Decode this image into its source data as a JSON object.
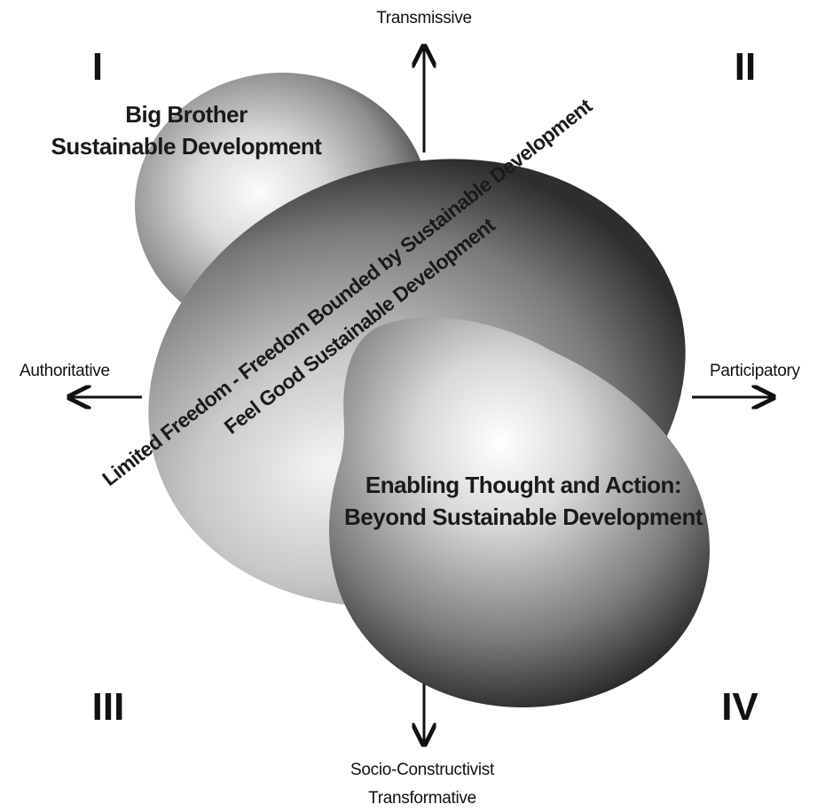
{
  "axes": {
    "top": "Transmissive",
    "left": "Authoritative",
    "right": "Participatory",
    "bottom_line1": "Socio-Constructivist",
    "bottom_line2": "Transformative"
  },
  "quadrants": {
    "q1": "I",
    "q2": "II",
    "q3": "III",
    "q4": "IV"
  },
  "blobs": {
    "big_brother_line1": "Big Brother",
    "big_brother_line2": "Sustainable Development",
    "limited_freedom": "Limited Freedom - Freedom Bounded by Sustainable Development",
    "feel_good": "Feel Good Sustainable Development",
    "enabling_line1": "Enabling Thought and Action:",
    "enabling_line2": "Beyond Sustainable Development"
  }
}
